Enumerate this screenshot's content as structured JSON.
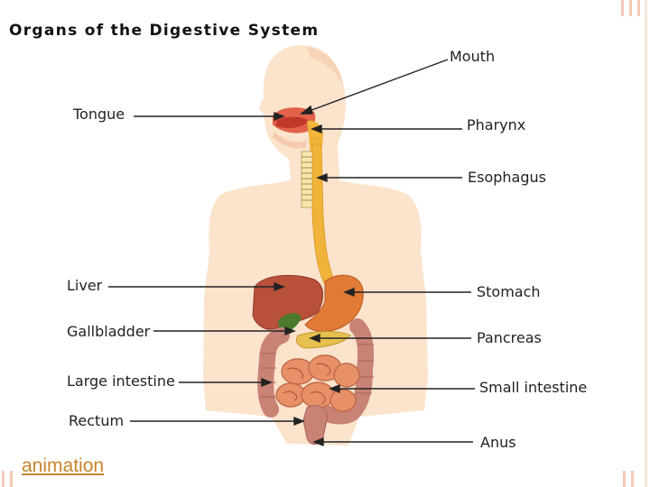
{
  "diagram": {
    "title": "Organs of the Digestive System",
    "labels": {
      "mouth": "Mouth",
      "tongue": "Tongue",
      "pharynx": "Pharynx",
      "esophagus": "Esophagus",
      "liver": "Liver",
      "stomach": "Stomach",
      "gallbladder": "Gallbladder",
      "pancreas": "Pancreas",
      "large_intestine": "Large intestine",
      "small_intestine": "Small intestine",
      "rectum": "Rectum",
      "anus": "Anus"
    }
  },
  "footer": {
    "link_label": "animation"
  },
  "colors": {
    "body_fill": "#fbe3cc",
    "liver": "#b8503a",
    "stomach": "#e07a35",
    "esophagus": "#f0b43a",
    "gallbladder": "#4c7a2c",
    "pancreas": "#e8c050",
    "large_intestine": "#c98276",
    "small_intestine": "#e89068",
    "link": "#c8842c",
    "decor_stripe": "#f5c9b8"
  }
}
